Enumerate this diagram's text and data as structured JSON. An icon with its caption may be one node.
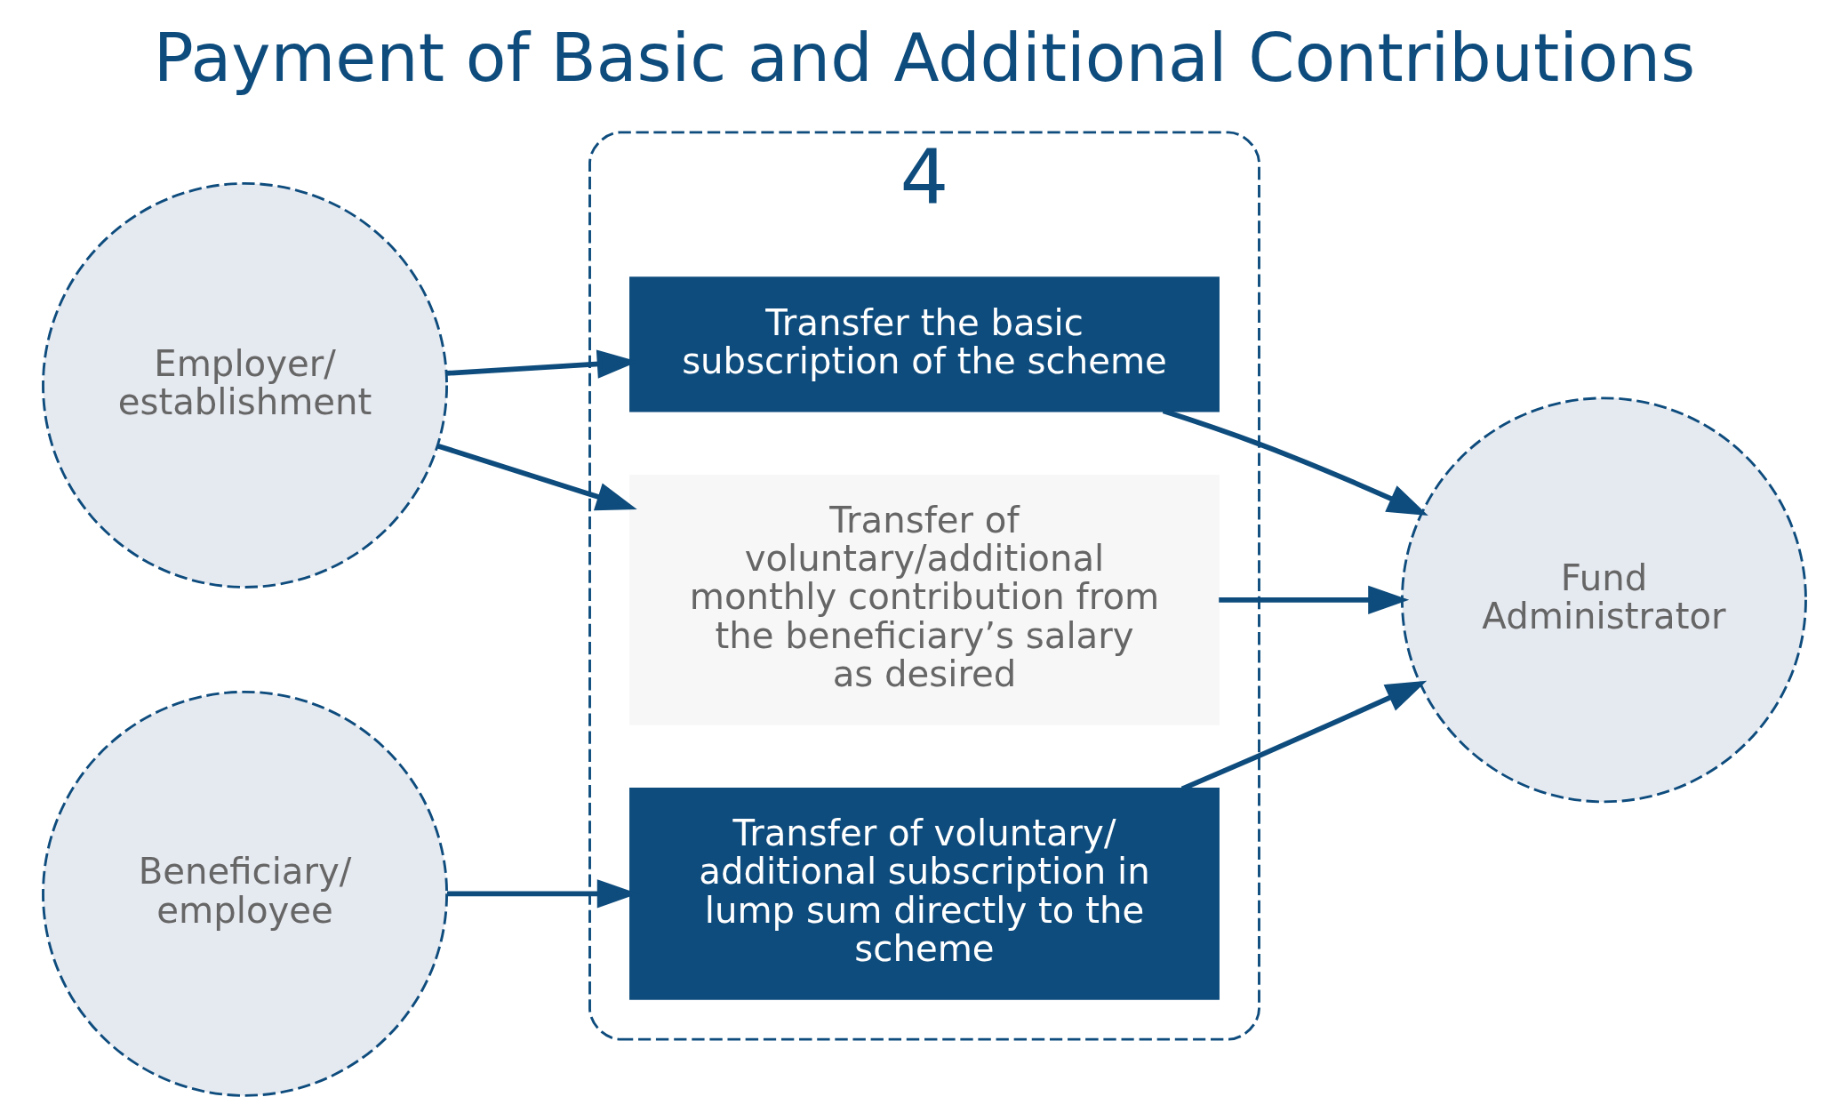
{
  "diagram": {
    "title": "Payment of Basic and Additional Contributions",
    "nodes": [
      {
        "text": [
          "Employer/ establishment"
        ]
      },
      {
        "text": [
          "Beneficiary/ employee"
        ]
      },
      {
        "text": [
          "4"
        ]
      },
      {
        "text": [
          "Transfer the basic subscription of the scheme"
        ],
        "in": 2
      },
      {
        "text": [
          "Transfer of voluntary/additional monthly contribution from the beneficiary’s salary as desired"
        ],
        "in": 2
      },
      {
        "text": [
          "Transfer of voluntary/ additional subscription in lump sum directly to the scheme"
        ],
        "in": 2
      },
      {
        "text": [
          "Fund Administrator"
        ]
      }
    ],
    "edges": [
      {
        "from": 0,
        "to": 3,
        "arrow": "to"
      },
      {
        "from": 0,
        "to": 4,
        "arrow": "to"
      },
      {
        "from": 1,
        "to": 5,
        "arrow": "to"
      },
      {
        "from": 3,
        "to": 6,
        "arrow": "to"
      },
      {
        "from": 4,
        "to": 6,
        "arrow": "to"
      },
      {
        "from": 5,
        "to": 6,
        "arrow": "to"
      }
    ]
  }
}
